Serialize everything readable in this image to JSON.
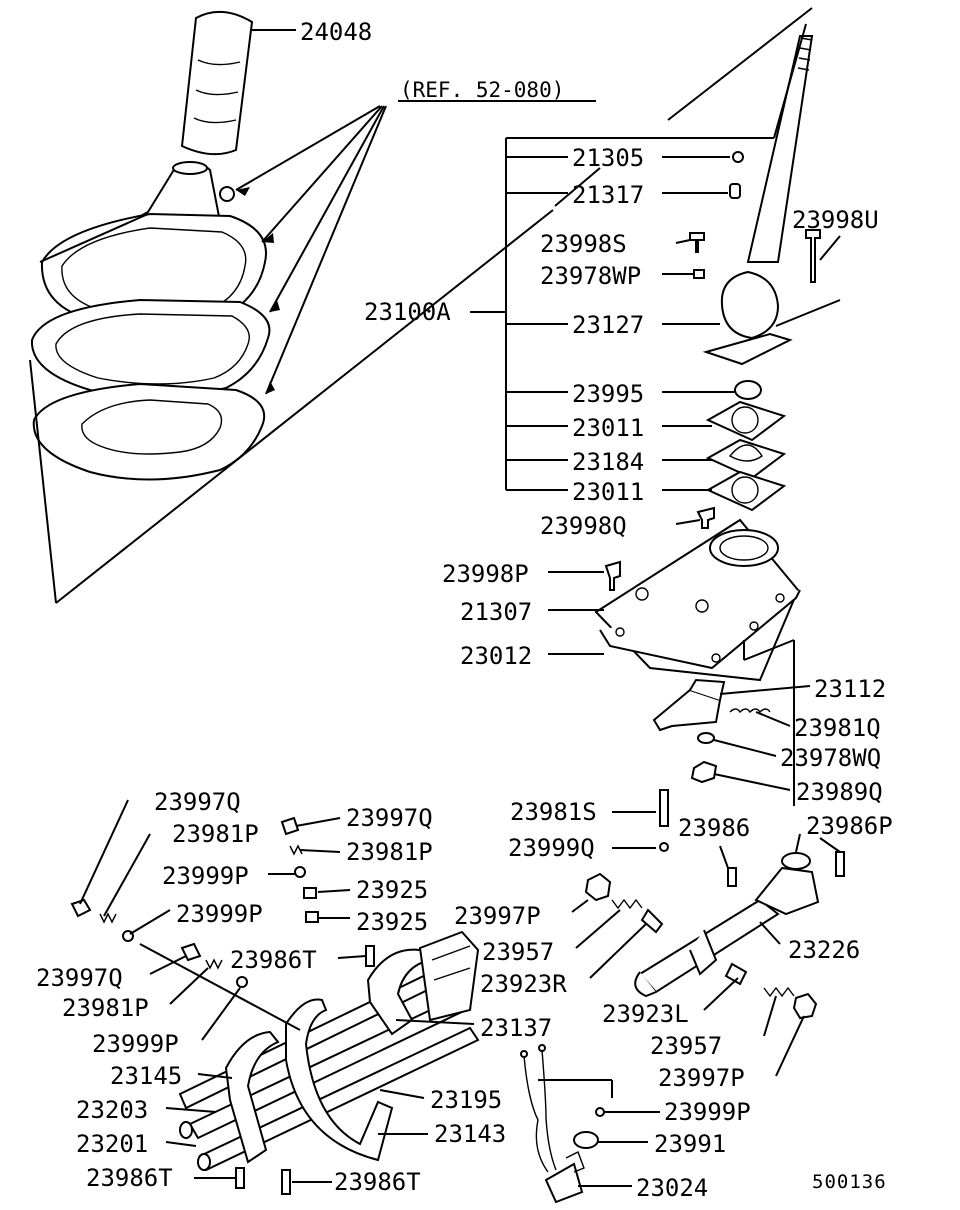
{
  "reference": "(REF. 52-080)",
  "drawing_code": "500136",
  "parts": [
    {
      "id": "p24048",
      "label": "24048"
    },
    {
      "id": "p21305",
      "label": "21305"
    },
    {
      "id": "p21317",
      "label": "21317"
    },
    {
      "id": "p23998S",
      "label": "23998S"
    },
    {
      "id": "p23998U",
      "label": "23998U"
    },
    {
      "id": "p23978WP",
      "label": "23978WP"
    },
    {
      "id": "p23100A",
      "label": "23100A"
    },
    {
      "id": "p23127",
      "label": "23127"
    },
    {
      "id": "p23995",
      "label": "23995"
    },
    {
      "id": "p23011a",
      "label": "23011"
    },
    {
      "id": "p23184",
      "label": "23184"
    },
    {
      "id": "p23011b",
      "label": "23011"
    },
    {
      "id": "p23998Q",
      "label": "23998Q"
    },
    {
      "id": "p23998P",
      "label": "23998P"
    },
    {
      "id": "p21307",
      "label": "21307"
    },
    {
      "id": "p23012",
      "label": "23012"
    },
    {
      "id": "p23112",
      "label": "23112"
    },
    {
      "id": "p23981Q",
      "label": "23981Q"
    },
    {
      "id": "p23978WQ",
      "label": "23978WQ"
    },
    {
      "id": "p23989Q",
      "label": "23989Q"
    },
    {
      "id": "p23981S",
      "label": "23981S"
    },
    {
      "id": "p23986",
      "label": "23986"
    },
    {
      "id": "p23986P",
      "label": "23986P"
    },
    {
      "id": "p23999Q",
      "label": "23999Q"
    },
    {
      "id": "p23997Q_a",
      "label": "23997Q"
    },
    {
      "id": "p23981P_a",
      "label": "23981P"
    },
    {
      "id": "p23997Q_b",
      "label": "23997Q"
    },
    {
      "id": "p23981P_b",
      "label": "23981P"
    },
    {
      "id": "p23999P_a",
      "label": "23999P"
    },
    {
      "id": "p23925_a",
      "label": "23925"
    },
    {
      "id": "p23999P_b",
      "label": "23999P"
    },
    {
      "id": "p23925_b",
      "label": "23925"
    },
    {
      "id": "p23997P_a",
      "label": "23997P"
    },
    {
      "id": "p23957_a",
      "label": "23957"
    },
    {
      "id": "p23226",
      "label": "23226"
    },
    {
      "id": "p23997Q_c",
      "label": "23997Q"
    },
    {
      "id": "p23986T_a",
      "label": "23986T"
    },
    {
      "id": "p23923R",
      "label": "23923R"
    },
    {
      "id": "p23981P_c",
      "label": "23981P"
    },
    {
      "id": "p23137",
      "label": "23137"
    },
    {
      "id": "p23923L",
      "label": "23923L"
    },
    {
      "id": "p23999P_c",
      "label": "23999P"
    },
    {
      "id": "p23957_b",
      "label": "23957"
    },
    {
      "id": "p23145",
      "label": "23145"
    },
    {
      "id": "p23997P_b",
      "label": "23997P"
    },
    {
      "id": "p23195",
      "label": "23195"
    },
    {
      "id": "p23203",
      "label": "23203"
    },
    {
      "id": "p23999P_d",
      "label": "23999P"
    },
    {
      "id": "p23143",
      "label": "23143"
    },
    {
      "id": "p23201",
      "label": "23201"
    },
    {
      "id": "p23991",
      "label": "23991"
    },
    {
      "id": "p23986T_b",
      "label": "23986T"
    },
    {
      "id": "p23986T_c",
      "label": "23986T"
    },
    {
      "id": "p23024",
      "label": "23024"
    }
  ]
}
